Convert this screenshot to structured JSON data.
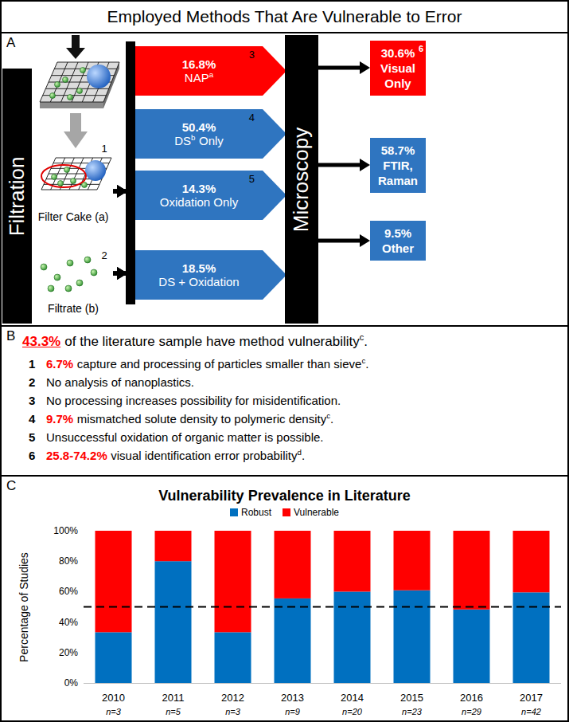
{
  "diagram": {
    "title": "Employed Methods That Are Vulnerable to Error",
    "nodes": [
      {
        "text": [
          "A"
        ]
      },
      {
        "text": [
          "Filtration"
        ],
        "in": 0
      },
      {
        "text": [
          "Filter Cake (a)"
        ],
        "in": 0
      },
      {
        "text": [
          "Filtrate (b)"
        ],
        "in": 0
      },
      {
        "text": [
          "16.8%",
          "NAP",
          "a",
          "3"
        ],
        "in": 0
      },
      {
        "text": [
          "50.4%",
          "DS",
          "b",
          "Only",
          "4"
        ],
        "in": 0
      },
      {
        "text": [
          "14.3%",
          "Oxidation Only",
          "5"
        ],
        "in": 0
      },
      {
        "text": [
          "18.5%",
          "DS + Oxidation"
        ],
        "in": 0
      },
      {
        "text": [
          "Microscopy"
        ],
        "in": 0
      },
      {
        "text": [
          "30.6%",
          "6",
          "Visual Only"
        ],
        "in": 0
      },
      {
        "text": [
          "58.7%",
          "FTIR, Raman"
        ],
        "in": 0
      },
      {
        "text": [
          "9.5%",
          "Other"
        ],
        "in": 0
      },
      {
        "text": [
          "B",
          "43.3%",
          "of the literature sample have method vulnerability",
          "c",
          ".",
          "1",
          "6.7%",
          "capture and processing of particles smaller than sieve",
          "c",
          ".",
          "2",
          "No analysis of nanoplastics.",
          "3",
          "No processing increases possibility for misidentification.",
          "4",
          "9.7%",
          "mismatched solute density to polymeric density",
          "c",
          ".",
          "5",
          "Unsuccessful oxidation of organic matter is possible.",
          "6",
          "25.8-74.2%",
          "visual identification error probability",
          "d",
          "."
        ]
      },
      {
        "text": [
          "C",
          "Vulnerability Prevalence in Literature"
        ]
      }
    ],
    "edges": [
      {
        "from": 2,
        "to": 4,
        "arrow": "to"
      },
      {
        "from": 2,
        "to": 5,
        "arrow": "to"
      },
      {
        "from": 2,
        "to": 6,
        "arrow": "to"
      },
      {
        "from": 2,
        "to": 7,
        "arrow": "to"
      },
      {
        "from": 3,
        "to": 4,
        "arrow": "to"
      },
      {
        "from": 3,
        "to": 5,
        "arrow": "to"
      },
      {
        "from": 3,
        "to": 6,
        "arrow": "to"
      },
      {
        "from": 3,
        "to": 7,
        "arrow": "to"
      },
      {
        "from": 8,
        "to": 9,
        "arrow": "to"
      },
      {
        "from": 8,
        "to": 10,
        "arrow": "to"
      },
      {
        "from": 8,
        "to": 11,
        "arrow": "to"
      }
    ],
    "labels": [
      "1",
      "2",
      "100%",
      "80%",
      "60%",
      "40%",
      "20%",
      "0%",
      "Percentage of Studies",
      "2010",
      "n=3",
      "2011",
      "n=5",
      "2012",
      "n=3",
      "2013",
      "n=9",
      "2014",
      "n=20",
      "2015",
      "n=23",
      "2016",
      "n=29",
      "2017",
      "n=42"
    ],
    "legend": [
      {
        "text": "Robust",
        "color": "#0070C0"
      },
      {
        "text": "Vulnerable",
        "color": "#FF0000"
      }
    ]
  }
}
